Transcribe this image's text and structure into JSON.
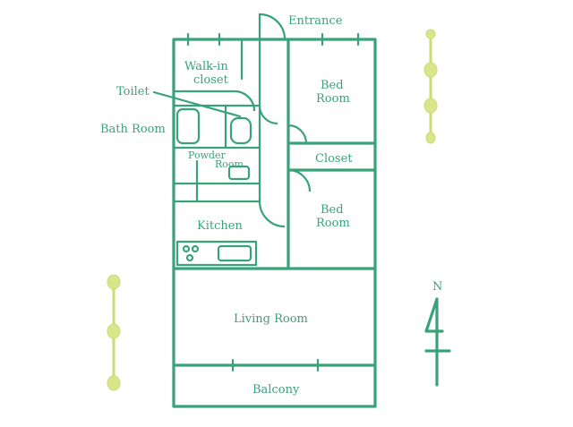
{
  "rooms": {
    "entrance": "Entrance",
    "walk_in_closet_line1": "Walk-in",
    "walk_in_closet_line2": "closet",
    "toilet": "Toilet",
    "bath_room": "Bath Room",
    "powder_room_line1": "Powder",
    "powder_room_line2": "Room",
    "bed_room_1_line1": "Bed",
    "bed_room_1_line2": "Room",
    "closet": "Closet",
    "bed_room_2_line1": "Bed",
    "bed_room_2_line2": "Room",
    "kitchen": "Kitchen",
    "living_room": "Living Room",
    "balcony": "Balcony"
  },
  "compass": {
    "north_label": "N"
  },
  "colors": {
    "wall": "#3aa27a",
    "tree": "#d9e58a"
  }
}
